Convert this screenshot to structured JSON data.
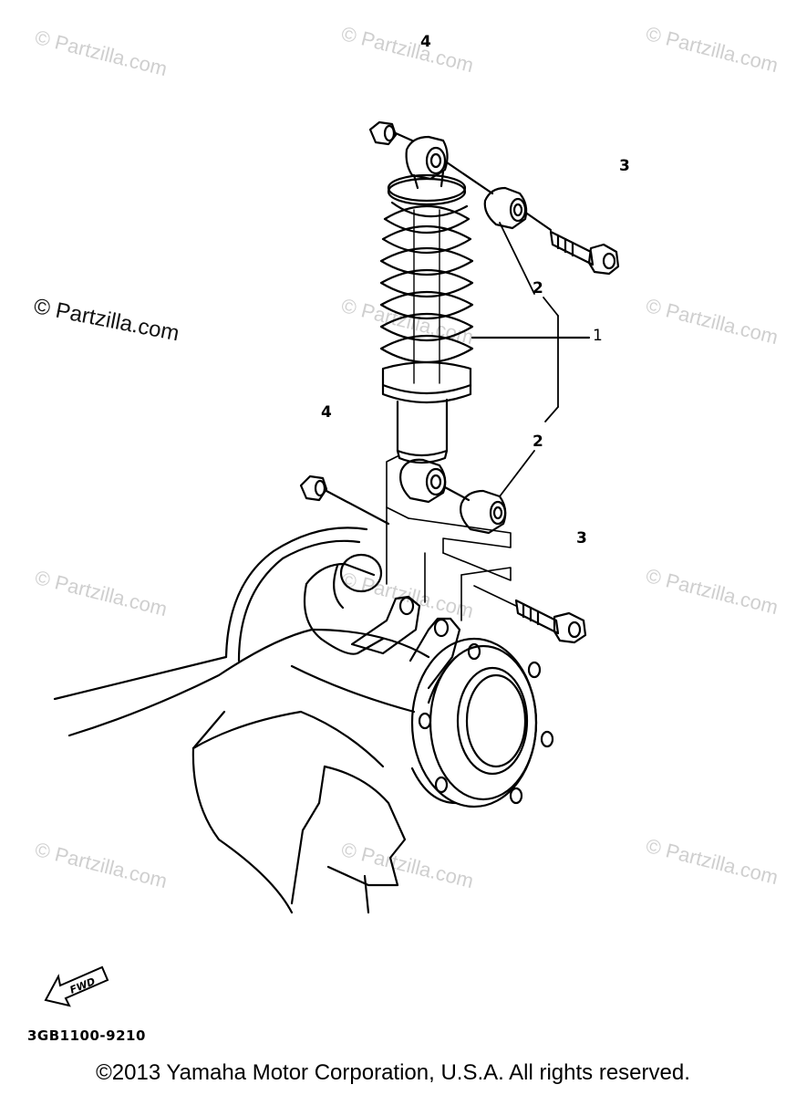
{
  "watermarks": {
    "main": "© Partzilla.com",
    "faint": "© Partzilla.com"
  },
  "callouts": {
    "c4a": "4",
    "c3a": "3",
    "c2a": "2",
    "c1": "1",
    "c4b": "4",
    "c2b": "2",
    "c3b": "3"
  },
  "fwd_label": "FWD",
  "diagram_code": "3GB1100-9210",
  "copyright": "©2013 Yamaha Motor Corporation, U.S.A. All rights reserved.",
  "colors": {
    "line": "#000000",
    "watermark": "#cfcfcf"
  }
}
